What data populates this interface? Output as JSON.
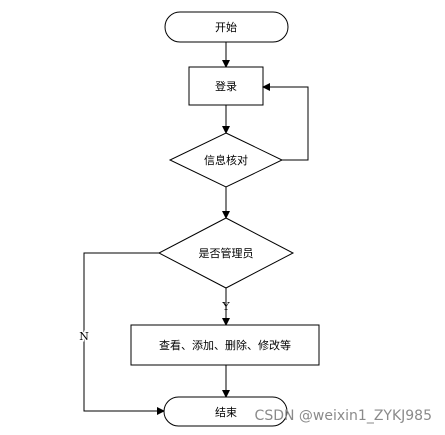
{
  "flowchart": {
    "nodes": {
      "start": "开始",
      "login": "登录",
      "verify": "信息核对",
      "is_admin": "是否管理员",
      "actions": "查看、添加、删除、修改等",
      "end": "结束"
    },
    "edges": {
      "yes": "Y",
      "no": "N"
    }
  },
  "watermark": "CSDN @weixin1_ZYKJ985",
  "colors": {
    "stroke": "#000000",
    "background": "#ffffff",
    "watermark": "#8a8a8a"
  }
}
